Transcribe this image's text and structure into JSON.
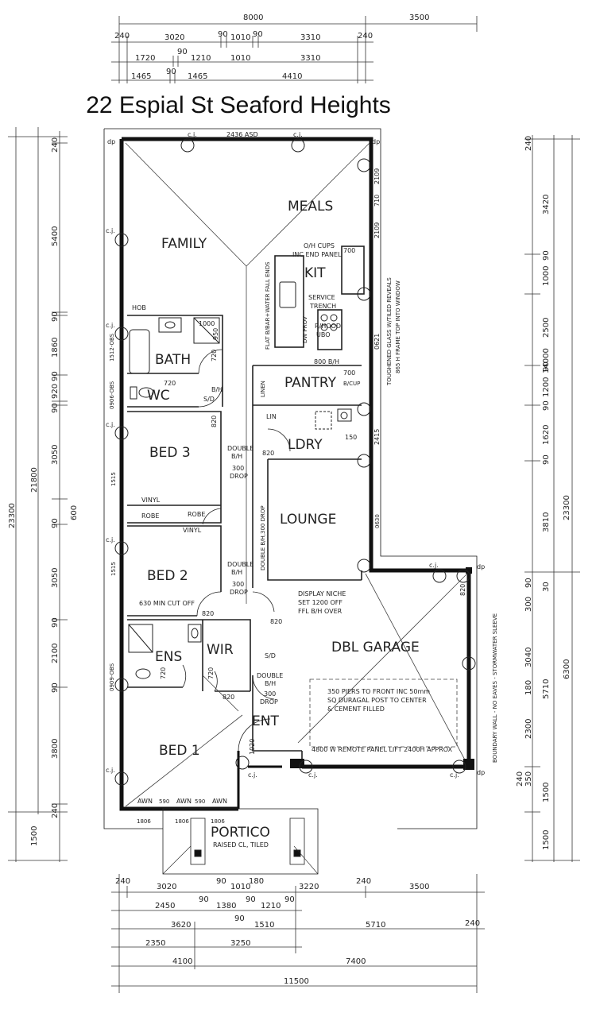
{
  "title": "22 Espial St Seaford Heights",
  "rooms": {
    "family": "FAMILY",
    "meals": "MEALS",
    "kit": "KIT",
    "bath": "BATH",
    "wc": "WC",
    "pantry": "PANTRY",
    "bed3": "BED 3",
    "ldry": "LDRY",
    "lounge": "LOUNGE",
    "bed2": "BED 2",
    "ens": "ENS",
    "wir": "WIR",
    "garage": "DBL GARAGE",
    "ent": "ENT",
    "bed1": "BED 1",
    "portico": "PORTICO"
  },
  "notes": {
    "asd": "2436 ASD",
    "oh_cups": "O/H CUPS",
    "inc_end_panel": "INC END PANEL",
    "flat_bar": "FLAT B/BAR+WATER FALL ENDS",
    "service": "SERVICE",
    "trench": "TRENCH",
    "dw_prov": "DW PROV",
    "rhood": "R/HOOD",
    "ubo": "UBO",
    "bh800": "800 B/H",
    "toughened1": "TOUGHENED GLASS W/TILED REVEALS",
    "toughened2": "865 H FRAME TOP INTO WINDOW",
    "hob": "HOB",
    "linen": "LINEN",
    "lin": "LIN",
    "bcup": "B/CUP",
    "sd": "S/D",
    "bh": "B/H",
    "double_bh": "DOUBLE",
    "double_bh2": "B/H",
    "drop300": "300",
    "drop300b": "DROP",
    "double_drop": "DOUBLE B/H,300 DROP",
    "vinyl": "VINYL",
    "robe": "ROBE",
    "cutoff": "630 MIN CUT OFF",
    "niche1": "DISPLAY NICHE",
    "niche2": "SET 1200 OFF",
    "niche3": "FFL B/H OVER",
    "piers1": "350 PIERS TO FRONT INC 50mm",
    "piers2": "SQ DURAGAL POST TO CENTER",
    "piers3": "& CEMENT FILLED",
    "panel_lift": "4800 W REMOTE PANEL LIFT 2400H APPROX",
    "boundary": "BOUNDARY WALL - NO EAVES - STORMWATER SLEEVE",
    "raised": "RAISED CL, TILED",
    "awn": "AWN",
    "cj": "c.j.",
    "dp": "dp"
  },
  "dims_top": {
    "r1": [
      "8000",
      "3500"
    ],
    "r2": [
      "240",
      "3020",
      "90",
      "1010",
      "90",
      "3310",
      "240"
    ],
    "r3": [
      "1720",
      "90",
      "1210",
      "1010",
      "3310"
    ],
    "r4": [
      "1465",
      "90",
      "1465",
      "4410"
    ]
  },
  "dims_bottom": {
    "r1": [
      "240",
      "3020",
      "90",
      "1010",
      "180",
      "3220",
      "240",
      "3500"
    ],
    "r2": [
      "2450",
      "90",
      "1380",
      "90",
      "1210",
      "90"
    ],
    "r3": [
      "3620",
      "90",
      "1510",
      "5710",
      "240"
    ],
    "r4": [
      "2350",
      "3250"
    ],
    "r5": [
      "4100",
      "7400"
    ],
    "r6": [
      "11500"
    ]
  },
  "dims_left": {
    "outer1": "23300",
    "outer2": "21800",
    "outer3": "1500",
    "seg": [
      "240",
      "5400",
      "90",
      "1860",
      "90",
      "920",
      "90",
      "3050",
      "90",
      "600",
      "3050",
      "90",
      "2100",
      "90",
      "3800",
      "240"
    ]
  },
  "dims_right": {
    "outer1": "23300",
    "outer2": "14000",
    "seg": [
      "240",
      "3420",
      "90",
      "1000",
      "2500",
      "90",
      "1200",
      "90",
      "1620",
      "90",
      "3810",
      "90",
      "300",
      "30",
      "3040",
      "5710",
      "6300",
      "180",
      "2300",
      "240",
      "350",
      "1500",
      "1500"
    ]
  },
  "door_dims": [
    "720",
    "820",
    "720",
    "820",
    "820",
    "820",
    "720",
    "720",
    "820",
    "820",
    "1020",
    "700",
    "700",
    "150",
    "2415",
    "0621",
    "2109",
    "710",
    "2109",
    "1000",
    "950"
  ],
  "window_codes": [
    "1512-OBS",
    "0906-OBS",
    "1515",
    "1515",
    "0909-OBS",
    "0630",
    "1806",
    "1806",
    "1806",
    "590",
    "590"
  ]
}
